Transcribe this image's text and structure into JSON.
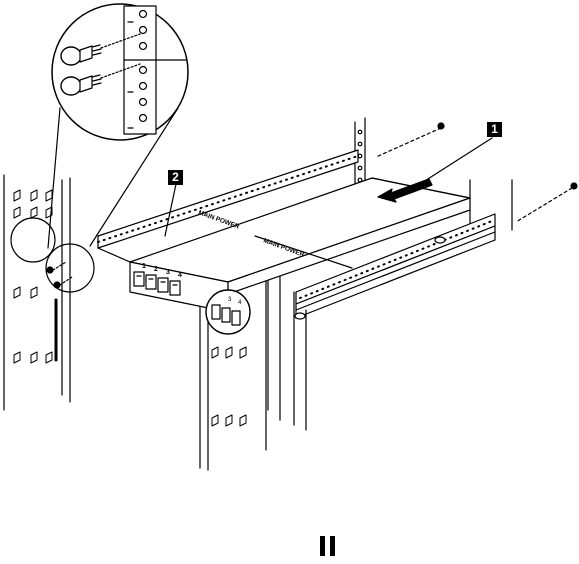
{
  "callouts": [
    {
      "id": "callout-1",
      "label": "1"
    },
    {
      "id": "callout-2",
      "label": "2"
    }
  ],
  "labels": {
    "main_power": "MAIN POWER",
    "port_numbers": [
      "1",
      "2",
      "3",
      "4"
    ]
  },
  "footer_glyph": "pause"
}
